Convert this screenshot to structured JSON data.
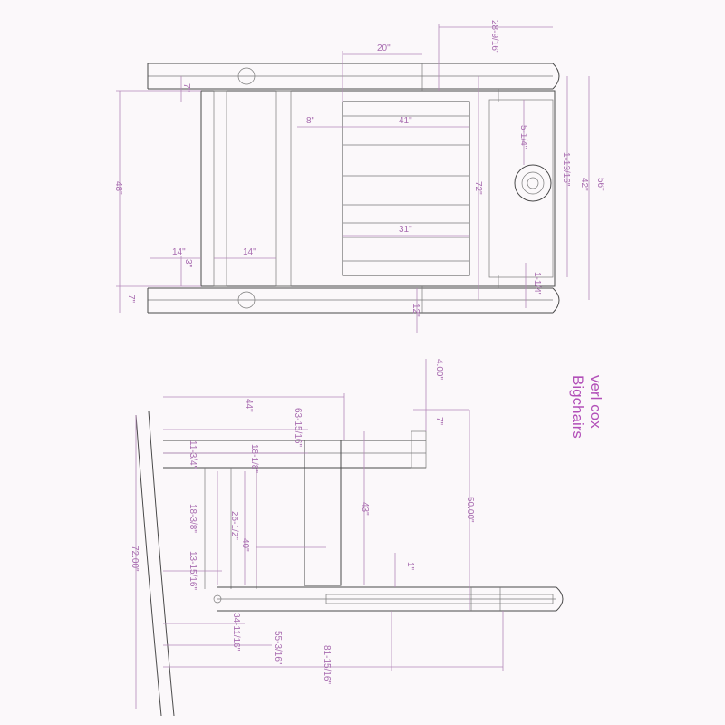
{
  "signature": {
    "name": "verl cox",
    "company": "Bigchairs"
  },
  "top_view": {
    "dims": {
      "d_28_9_16": "28-9/16\"",
      "d_20": "20\"",
      "d_7_top": "7\"",
      "d_8": "8\"",
      "d_41": "41\"",
      "d_5_1_4": "5-1/4\"",
      "d_1_13_16": "1-13/16\"",
      "d_42": "42\"",
      "d_56": "56\"",
      "d_48": "48\"",
      "d_72": "72\"",
      "d_31": "31\"",
      "d_14_a": "14\"",
      "d_3": "3\"",
      "d_14_b": "14\"",
      "d_1_1_4": "1-1/4\"",
      "d_7_bottom": "7\"",
      "d_12": "12\""
    }
  },
  "side_view": {
    "dims": {
      "d_4_00": "4.00\"",
      "d_44": "44\"",
      "d_63_15_16": "63-15/16\"",
      "d_7": "7\"",
      "d_11_3_4": "11-3/4\"",
      "d_18_1_8": "18-1/8\"",
      "d_43": "43\"",
      "d_50_00": "50.00\"",
      "d_18_3_8": "18-3/8\"",
      "d_26_1_2": "26-1/2\"",
      "d_40": "40\"",
      "d_1": "1\"",
      "d_13_15_16": "13-15/16\"",
      "d_72_00": "72.00\"",
      "d_34_11_16": "34-11/16\"",
      "d_55_3_16": "55-3/16\"",
      "d_81_15_16": "81-15/16\""
    }
  }
}
